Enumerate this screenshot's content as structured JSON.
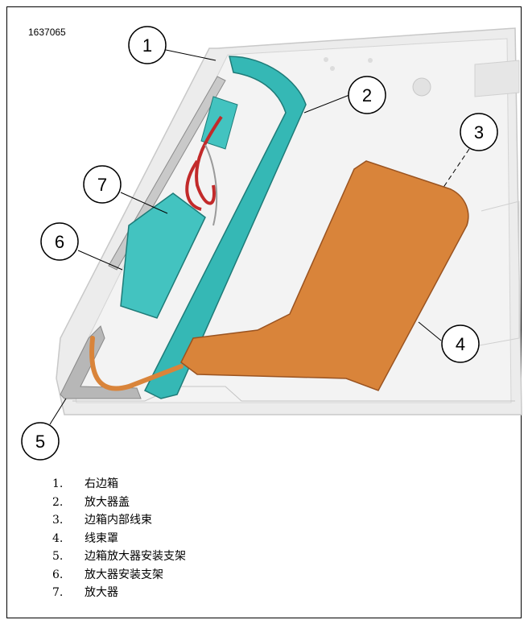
{
  "figure_id": "1637065",
  "callouts": [
    "1",
    "2",
    "3",
    "4",
    "5",
    "6",
    "7"
  ],
  "legend": [
    {
      "num": "1.",
      "text": "右边箱"
    },
    {
      "num": "2.",
      "text": "放大器盖"
    },
    {
      "num": "3.",
      "text": "边箱内部线束"
    },
    {
      "num": "4.",
      "text": "线束罩"
    },
    {
      "num": "5.",
      "text": "边箱放大器安装支架"
    },
    {
      "num": "6.",
      "text": "放大器安装支架"
    },
    {
      "num": "7.",
      "text": "放大器"
    }
  ],
  "colors": {
    "bracket_cover": "#35b8b5",
    "harness_cover": "#d9843a",
    "wire_red": "#c22a2a",
    "saddlebag": "#eaeaea"
  }
}
